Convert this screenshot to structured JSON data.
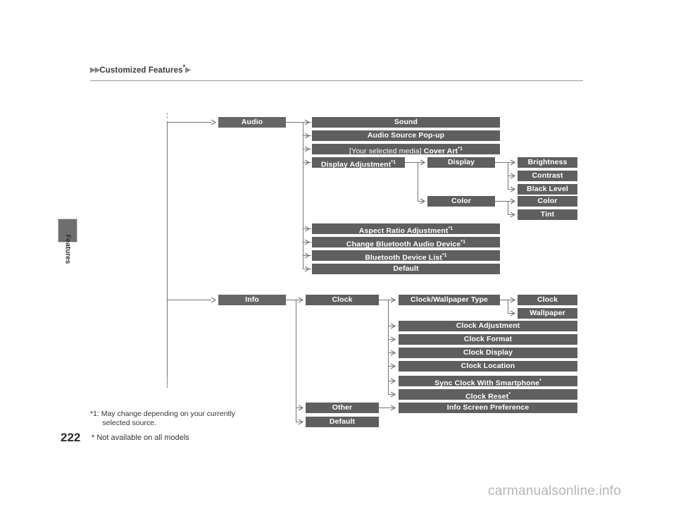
{
  "header": {
    "lead_icon": "triangle-right-icon",
    "title": "Customized Features",
    "title_star": "*",
    "trail_icon": "triangle-right-icon"
  },
  "sidebar": {
    "tab_label": "Features"
  },
  "footer": {
    "page_number": "222",
    "footnote_1": "*1: May change depending on your currently\n      selected source.",
    "footnote_2": "* Not available on all models",
    "watermark": "carmanualsonline.info"
  },
  "diagram": {
    "type": "menu-tree",
    "nodes": {
      "audio": "Audio",
      "sound": "Sound",
      "audio_source_popup": "Audio Source Pop-up",
      "cover_art_prefix": "[Your selected media] ",
      "cover_art": "Cover Art",
      "cover_art_sup": "*1",
      "display_adjustment": "Display Adjustment",
      "display_adjustment_sup": "*1",
      "display": "Display",
      "brightness": "Brightness",
      "contrast": "Contrast",
      "black_level": "Black Level",
      "color_group": "Color",
      "color": "Color",
      "tint": "Tint",
      "aspect_ratio": "Aspect Ratio Adjustment",
      "aspect_ratio_sup": "*1",
      "change_bt_audio": "Change Bluetooth Audio Device",
      "change_bt_audio_sup": "*1",
      "bt_device_list": "Bluetooth Device List",
      "bt_device_list_sup": "*1",
      "audio_default": "Default",
      "info": "Info",
      "clock": "Clock",
      "clock_wallpaper_type": "Clock/Wallpaper Type",
      "clock_opt": "Clock",
      "wallpaper_opt": "Wallpaper",
      "clock_adjustment": "Clock Adjustment",
      "clock_format": "Clock Format",
      "clock_display": "Clock Display",
      "clock_location": "Clock Location",
      "sync_clock": "Sync Clock With Smartphone",
      "sync_clock_sup": "*",
      "clock_reset": "Clock Reset",
      "clock_reset_sup": "*",
      "other": "Other",
      "info_screen_preference": "Info Screen Preference",
      "info_default": "Default"
    },
    "colors": {
      "box_fill": "#5f5f5f",
      "box_text": "#ffffff",
      "line": "#757575"
    }
  }
}
